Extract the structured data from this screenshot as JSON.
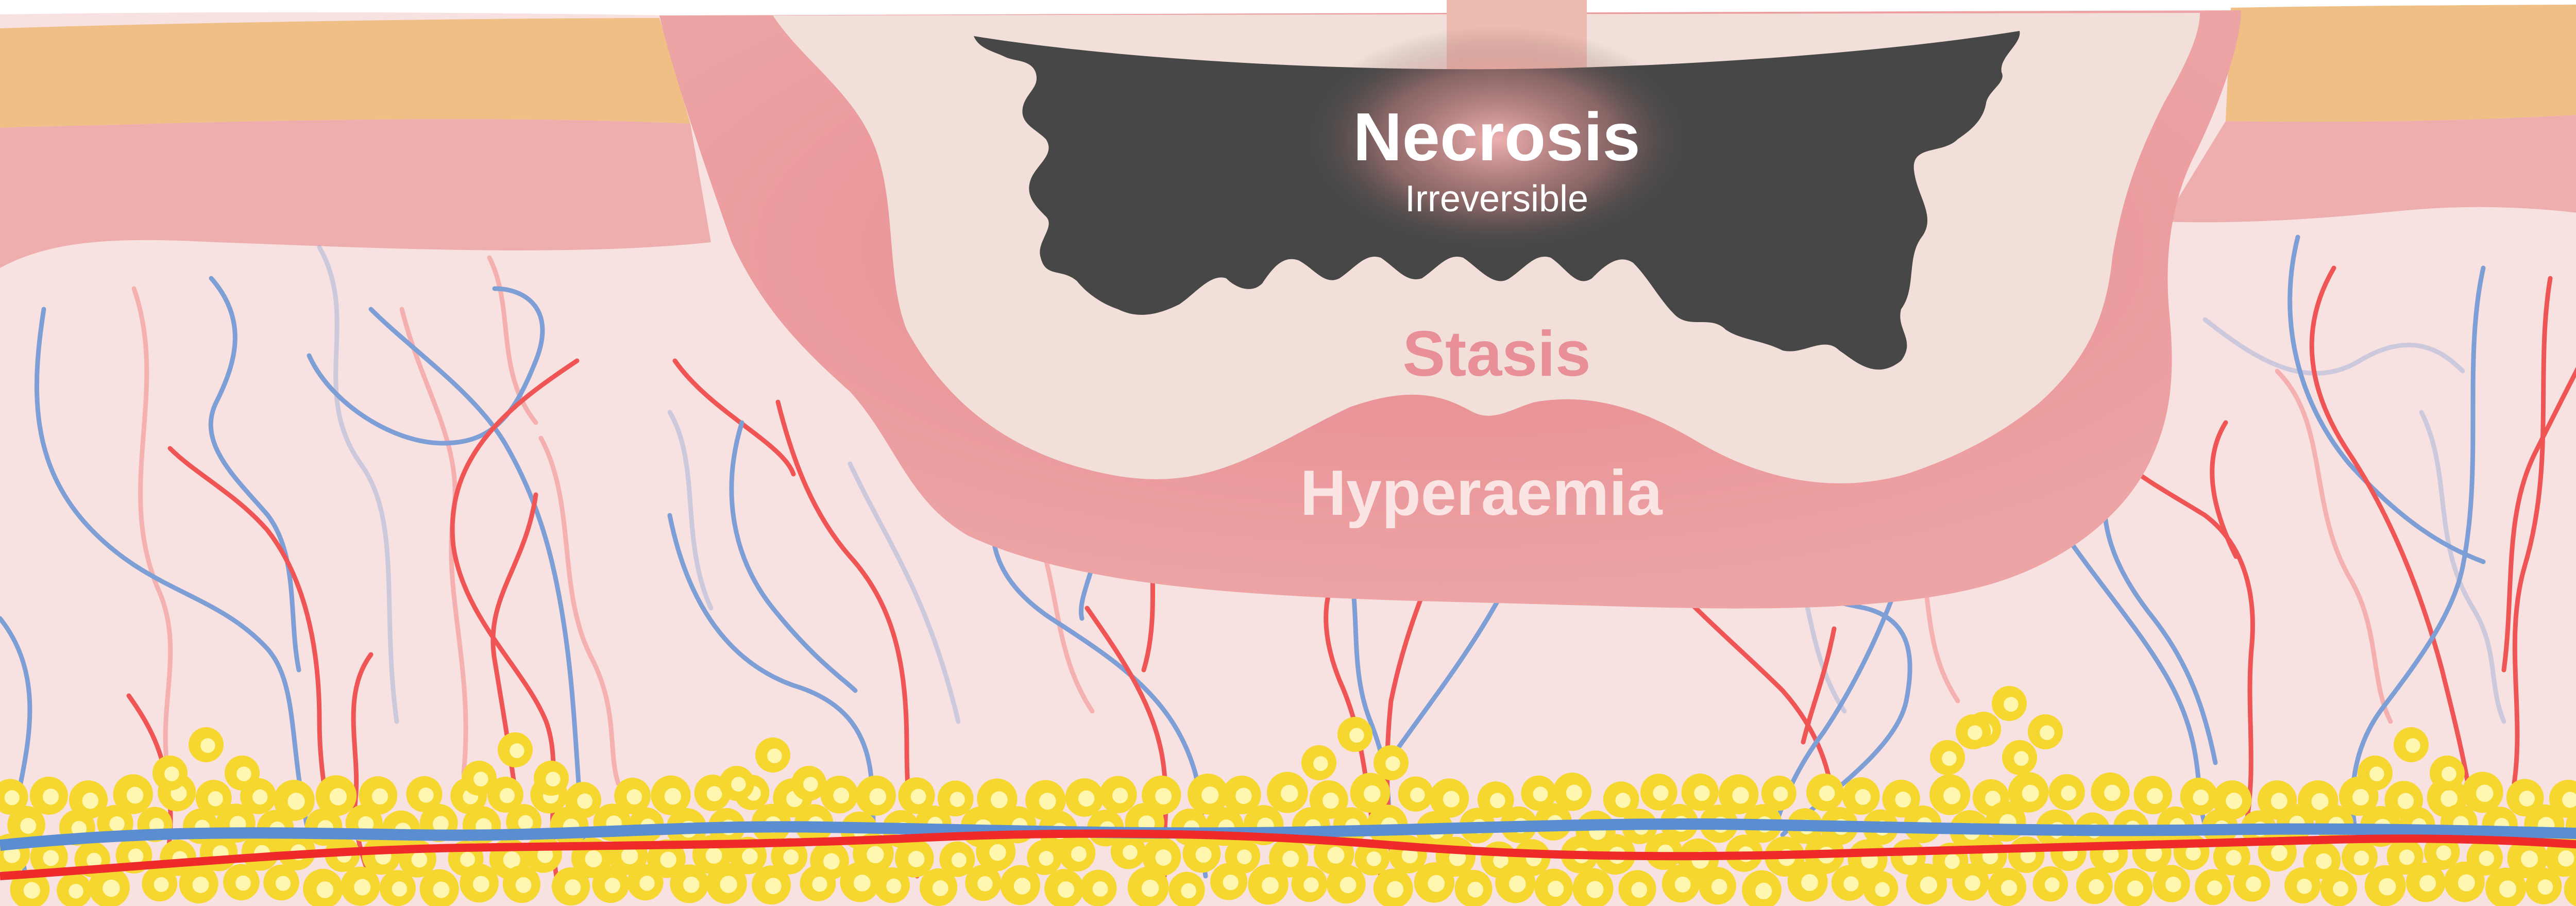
{
  "zones": {
    "necrosis": {
      "label": "Necrosis",
      "sublabel": "Irreversible"
    },
    "stasis": {
      "label": "Stasis"
    },
    "hyperaemia": {
      "label": "Hyperaemia"
    }
  },
  "colors": {
    "epidermis": "#efbf86",
    "dermis_upper": "#eeaeae",
    "dermis_lower": "#f8e1e1",
    "hyperaemia_zone": "#e9969a",
    "stasis_zone": "#f2dfd9",
    "necrosis_zone": "#474747",
    "artery": "#f05555",
    "vein": "#7e9fd6",
    "fat_cells": "#f5d730",
    "heat_source": "#edbcb1"
  },
  "icons": [
    "heat-source-probe",
    "fat-cell-icon",
    "capillary-vessel"
  ]
}
